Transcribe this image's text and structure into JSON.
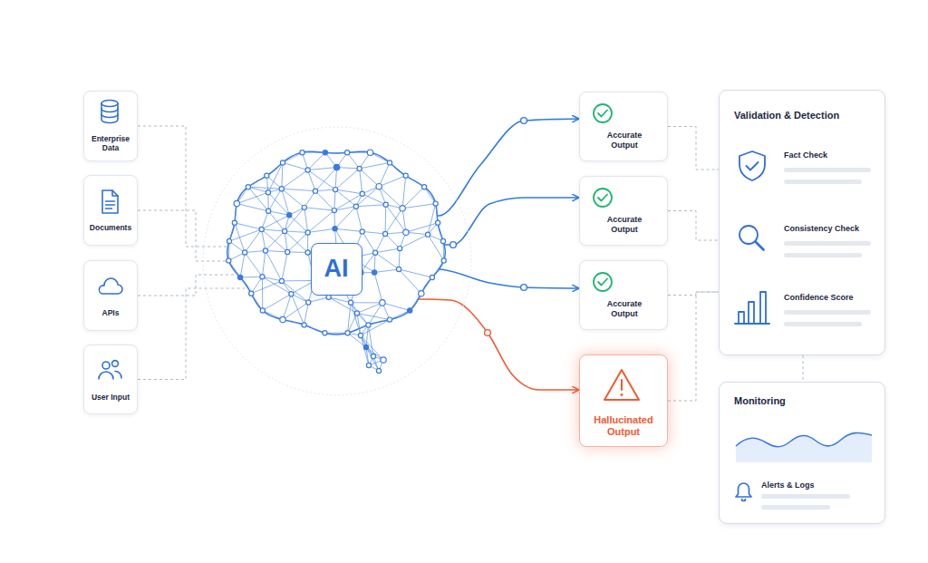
{
  "diagram": {
    "nodes": [
      {
        "text": [
          "Enterprise Data"
        ]
      },
      {
        "text": [
          "Documents"
        ]
      },
      {
        "text": [
          "APIs"
        ]
      },
      {
        "text": [
          "User Input"
        ]
      },
      {
        "text": [
          "AI"
        ]
      },
      {
        "text": [
          "Accurate Output"
        ]
      },
      {
        "text": [
          "Accurate Output"
        ]
      },
      {
        "text": [
          "Accurate Output"
        ]
      },
      {
        "text": [
          "Hallucinated Output"
        ]
      },
      {
        "text": [
          "Validation & Detection",
          "Fact Check",
          "Consistency Check",
          "Confidence Score"
        ]
      },
      {
        "text": [
          "Monitoring",
          "Alerts & Logs"
        ]
      }
    ],
    "edges": [
      {
        "from": 0,
        "to": 4,
        "arrow": "none"
      },
      {
        "from": 1,
        "to": 4,
        "arrow": "none"
      },
      {
        "from": 2,
        "to": 4,
        "arrow": "none"
      },
      {
        "from": 3,
        "to": 4,
        "arrow": "none"
      },
      {
        "from": 4,
        "to": 5,
        "arrow": "to"
      },
      {
        "from": 4,
        "to": 6,
        "arrow": "to"
      },
      {
        "from": 4,
        "to": 7,
        "arrow": "to"
      },
      {
        "from": 4,
        "to": 8,
        "arrow": "to"
      },
      {
        "from": 5,
        "to": 9,
        "arrow": "none"
      },
      {
        "from": 6,
        "to": 9,
        "arrow": "none"
      },
      {
        "from": 7,
        "to": 9,
        "arrow": "none"
      },
      {
        "from": 8,
        "to": 9,
        "arrow": "none"
      },
      {
        "from": 9,
        "to": 10,
        "arrow": "none"
      }
    ]
  }
}
